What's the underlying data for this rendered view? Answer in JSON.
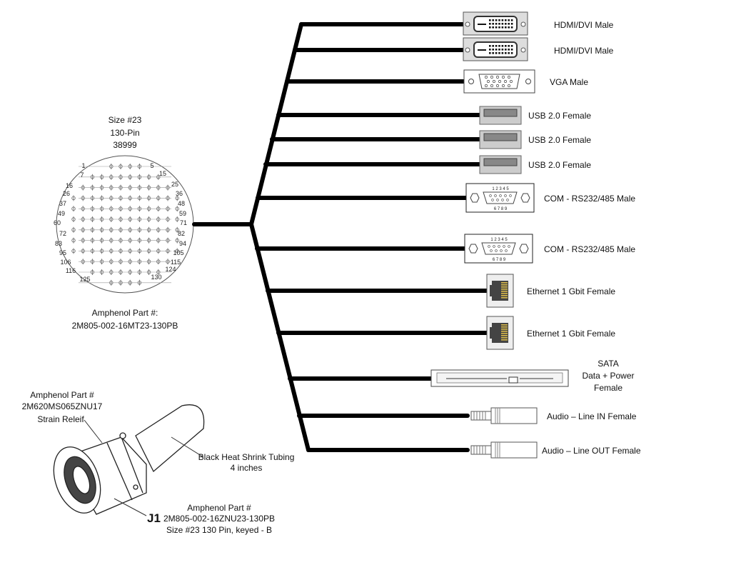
{
  "pinout": {
    "size": "Size #23",
    "pins": "130-Pin",
    "spec": "38999",
    "part_label": "Amphenol Part #:",
    "part_number": "2M805-002-16MT23-130PB",
    "pin_numbers": [
      "1",
      "5",
      "7",
      "15",
      "16",
      "25",
      "26",
      "36",
      "37",
      "48",
      "49",
      "59",
      "60",
      "71",
      "72",
      "82",
      "83",
      "94",
      "95",
      "105",
      "106",
      "115",
      "116",
      "124",
      "125",
      "130"
    ]
  },
  "assembly": {
    "strain_relief_part_label": "Amphenol Part #",
    "strain_relief_part_number": "2M620MS065ZNU17",
    "strain_relief_label": "Strain Releif",
    "tubing_label": "Black Heat Shrink Tubing",
    "tubing_length": "4 inches",
    "connector_ref": "J1",
    "connector_part_label": "Amphenol Part #",
    "connector_part_number": "2M805-002-16ZNU23-130PB",
    "connector_desc": "Size #23 130 Pin, keyed - B"
  },
  "connectors": [
    {
      "label": "HDMI/DVI Male",
      "icon": "dvi-connector-icon"
    },
    {
      "label": "HDMI/DVI Male",
      "icon": "dvi-connector-icon"
    },
    {
      "label": "VGA Male",
      "icon": "vga-connector-icon"
    },
    {
      "label": "USB 2.0 Female",
      "icon": "usb-connector-icon"
    },
    {
      "label": "USB 2.0 Female",
      "icon": "usb-connector-icon"
    },
    {
      "label": "USB 2.0 Female",
      "icon": "usb-connector-icon"
    },
    {
      "label": "COM - RS232/485 Male",
      "icon": "db9-connector-icon",
      "pin_top": "1 2 3 4 5",
      "pin_bottom": "6 7 8 9"
    },
    {
      "label": "COM - RS232/485 Male",
      "icon": "db9-connector-icon",
      "pin_top": "1 2 3 4 5",
      "pin_bottom": "6 7 8 9"
    },
    {
      "label": "Ethernet 1 Gbit Female",
      "icon": "rj45-connector-icon"
    },
    {
      "label": "Ethernet 1 Gbit Female",
      "icon": "rj45-connector-icon"
    },
    {
      "label_lines": [
        "SATA",
        "Data + Power",
        "Female"
      ],
      "icon": "sata-connector-icon"
    },
    {
      "label": "Audio – Line IN Female",
      "icon": "audio-jack-icon"
    },
    {
      "label": "Audio – Line OUT Female",
      "icon": "audio-jack-icon"
    }
  ]
}
